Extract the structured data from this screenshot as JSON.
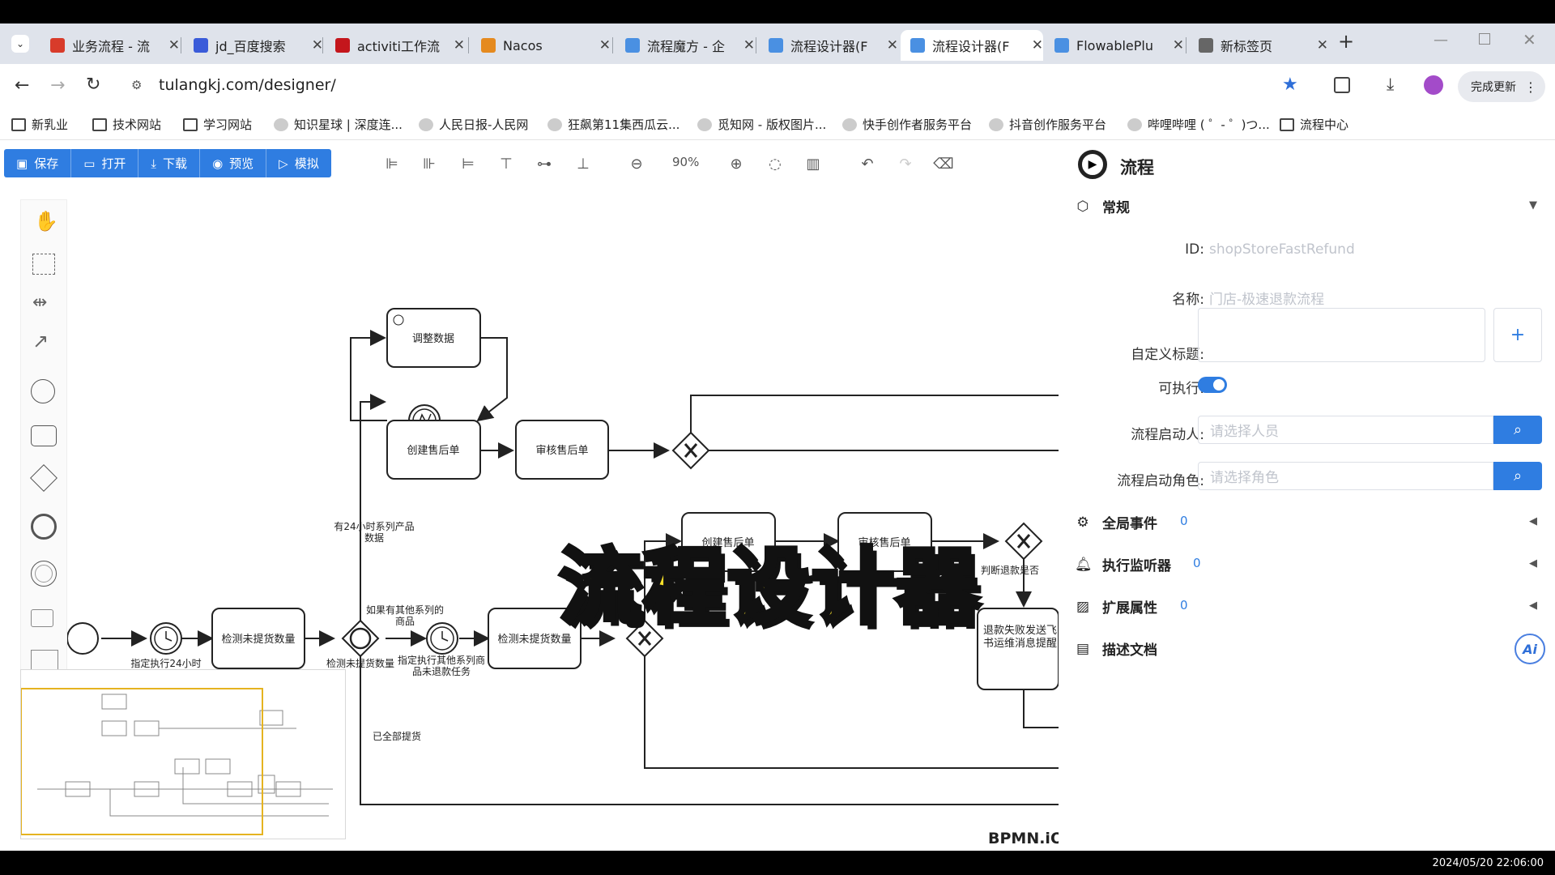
{
  "browser": {
    "tabs": [
      {
        "title": "业务流程 - 流",
        "color": "#d83b2a"
      },
      {
        "title": "jd_百度搜索",
        "color": "#3a5bd9"
      },
      {
        "title": "activiti工作流",
        "color": "#c4161c"
      },
      {
        "title": "Nacos",
        "color": "#e58a1f"
      },
      {
        "title": "流程魔方 - 企",
        "color": "#4a90e2"
      },
      {
        "title": "流程设计器(F",
        "color": "#4a90e2"
      },
      {
        "title": "流程设计器(F",
        "color": "#4a90e2"
      },
      {
        "title": "FlowablePlu",
        "color": "#4a90e2"
      },
      {
        "title": "新标签页",
        "color": "#666666"
      }
    ],
    "active_tab_index": 6,
    "new_tab": "+",
    "url": "tulangkj.com/designer/",
    "update_button": "完成更新",
    "bookmarks": [
      "新乳业",
      "技术网站",
      "学习网站",
      "知识星球 | 深度连...",
      "人民日报-人民网",
      "狂飙第11集西瓜云...",
      "觅知网 - 版权图片...",
      "快手创作者服务平台",
      "抖音创作服务平台",
      "哔哩哔哩 ( ゜- ゜)つ...",
      "流程中心"
    ]
  },
  "toolbar": {
    "buttons": [
      "保存",
      "打开",
      "下载",
      "预览",
      "模拟"
    ],
    "zoom": "90%"
  },
  "diagram": {
    "tasks": {
      "adjust": "调整数据",
      "create1": "创建售后单",
      "audit1": "审核售后单",
      "create2": "创建售后单",
      "audit2": "审核售后单",
      "check1": "检测未提货数量",
      "check2": "检测未提货数量",
      "refund_fail": "退款失败发送飞书运维消息提醒"
    },
    "labels": {
      "timer1": "指定执行24小时",
      "gw_check": "检测未提货数量",
      "timer2": "指定执行其他系列商品未退款任务",
      "has24": "有24小时系列产品数据",
      "other": "如果有其他系列的商品",
      "all_done": "已全部提货",
      "judge": "判断退款是否"
    },
    "brand": "BPMN.iO"
  },
  "overlay_title": "流程设计器",
  "panel": {
    "title": "流程",
    "general": "常规",
    "id_label": "ID:",
    "id_value": "shopStoreFastRefund",
    "name_label": "名称:",
    "name_value": "门店-极速退款流程",
    "custom_title_label": "自定义标题:",
    "plus": "+",
    "executable_label": "可执行:",
    "starter_label": "流程启动人:",
    "starter_placeholder": "请选择人员",
    "role_label": "流程启动角色:",
    "role_placeholder": "请选择角色",
    "global_events": "全局事件",
    "global_events_count": "0",
    "exec_listeners": "执行监听器",
    "exec_listeners_count": "0",
    "ext_props": "扩展属性",
    "ext_props_count": "0",
    "docs": "描述文档",
    "ai": "Ai"
  },
  "clock": "2024/05/20 22:06:00"
}
